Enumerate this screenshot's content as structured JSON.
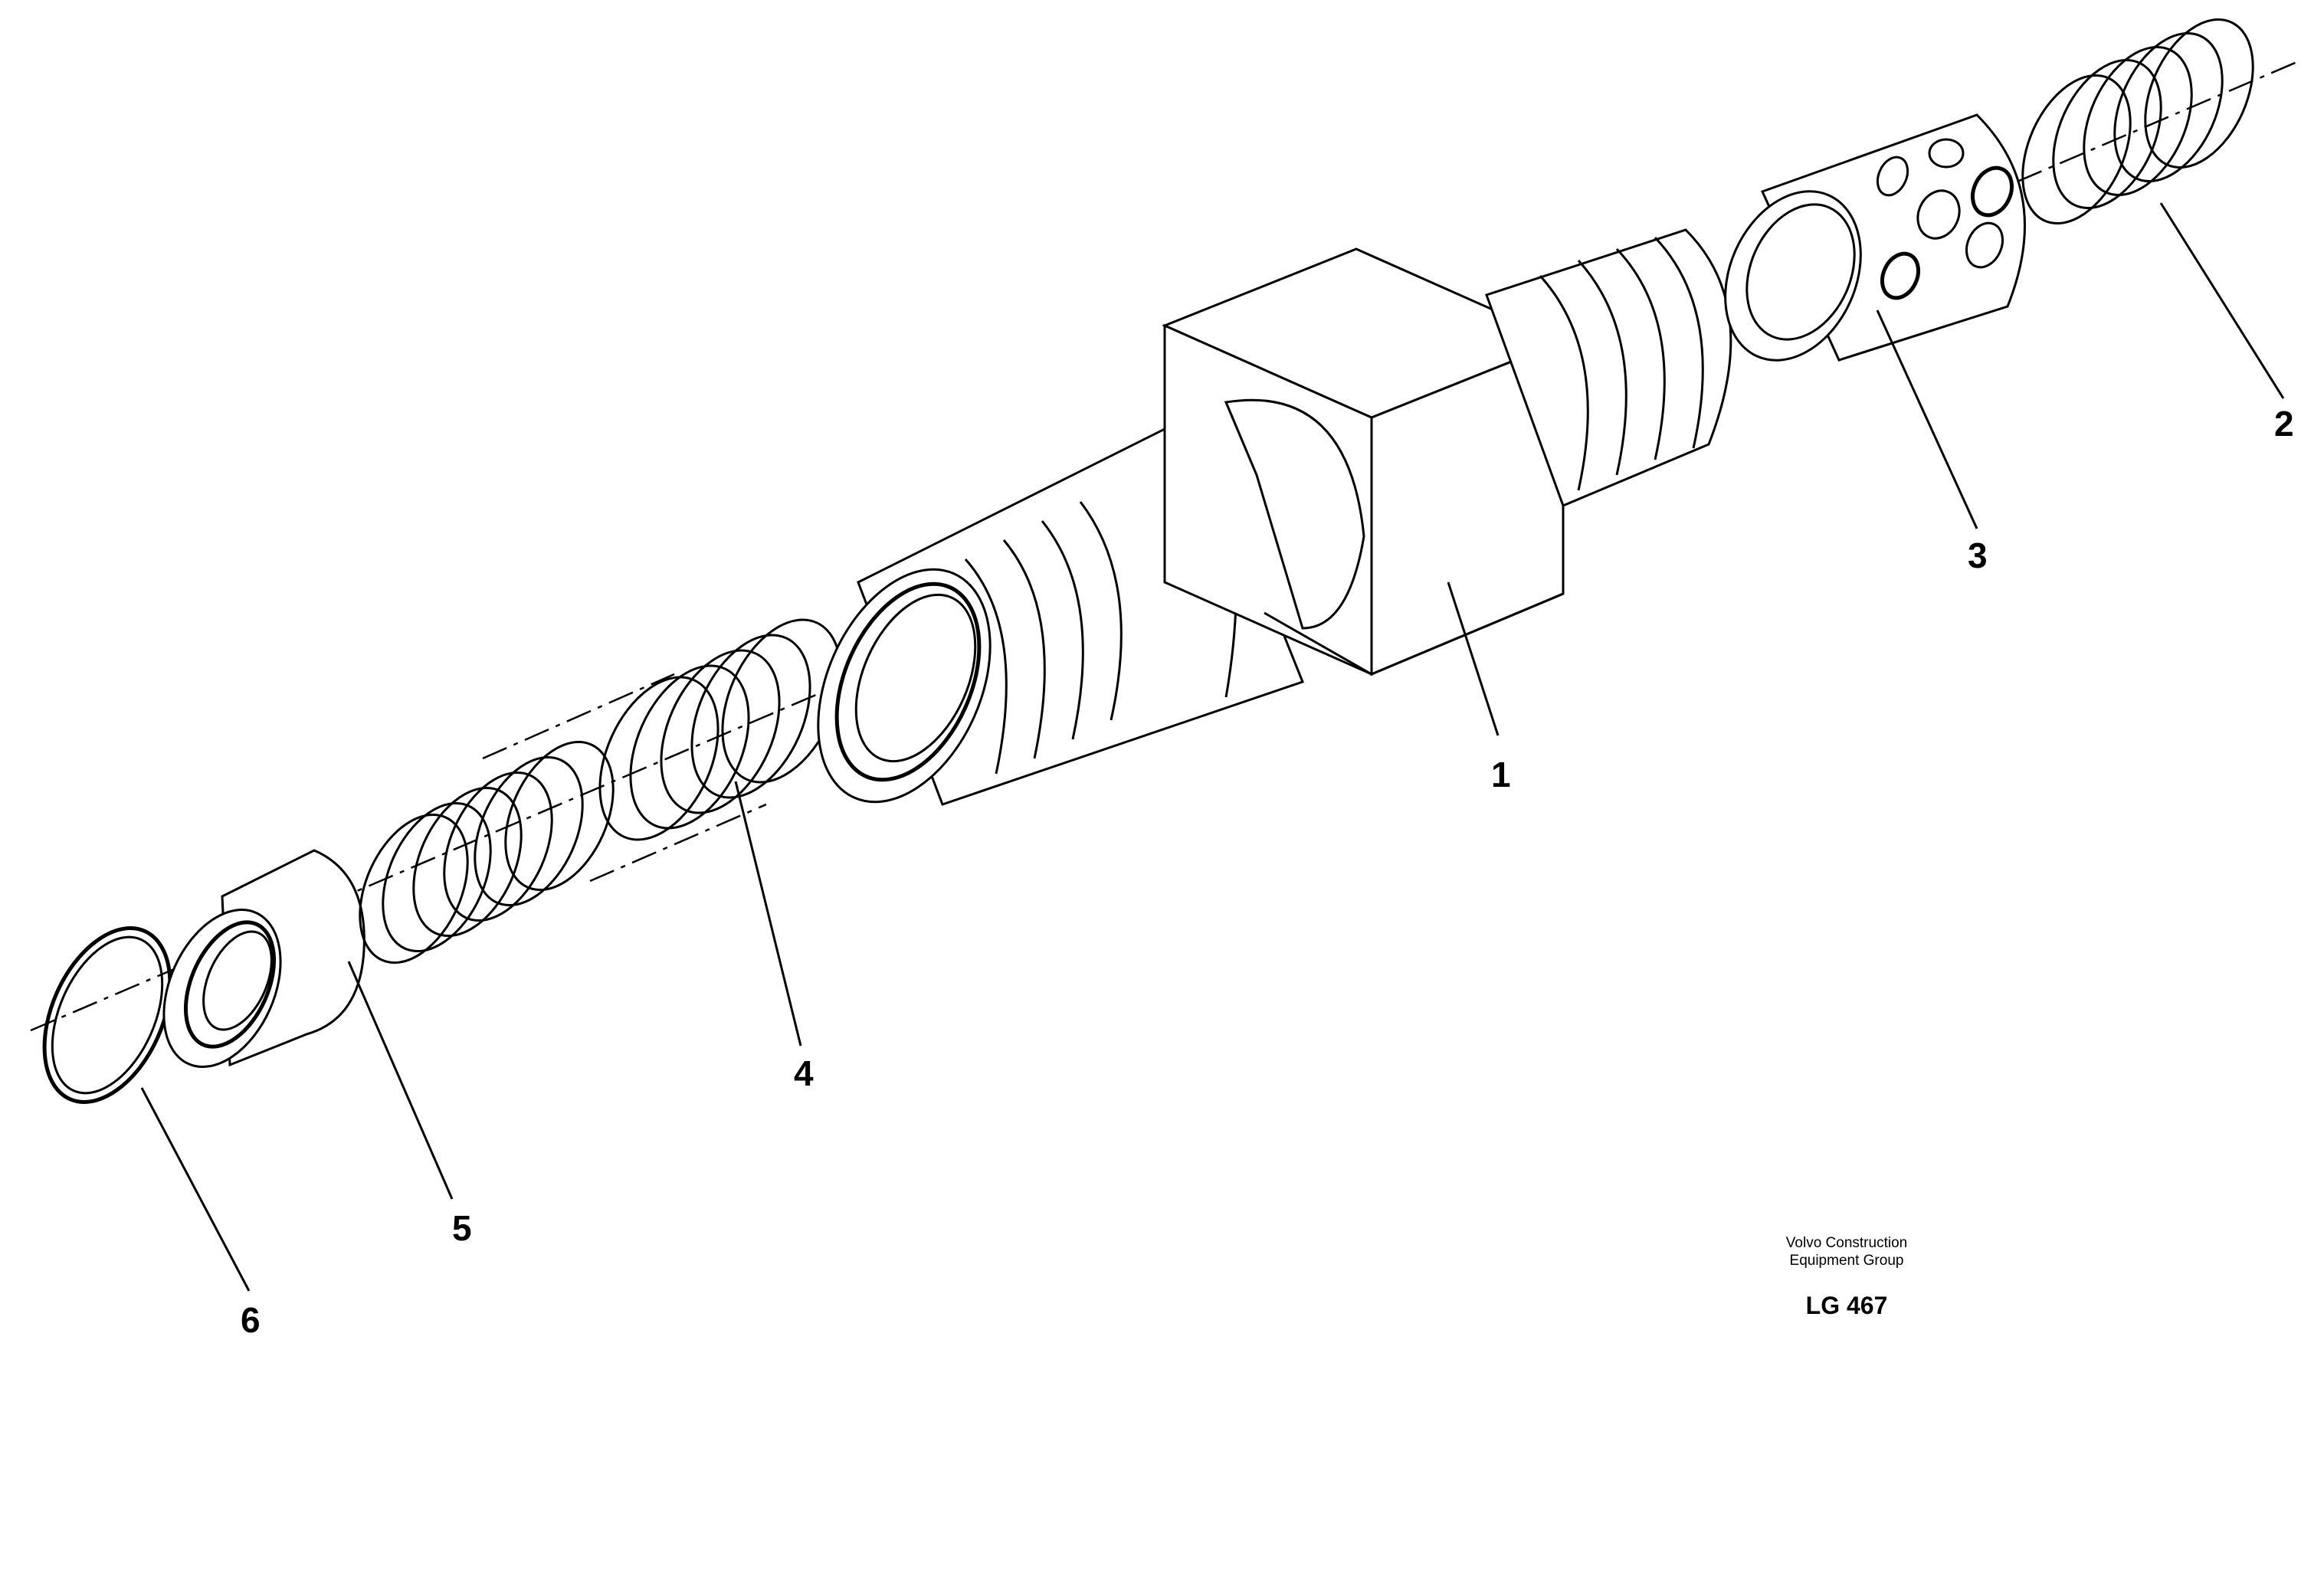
{
  "callouts": [
    "1",
    "2",
    "3",
    "4",
    "5",
    "6"
  ],
  "footer": {
    "company_line1": "Volvo Construction",
    "company_line2": "Equipment Group",
    "code": "LG 467"
  }
}
